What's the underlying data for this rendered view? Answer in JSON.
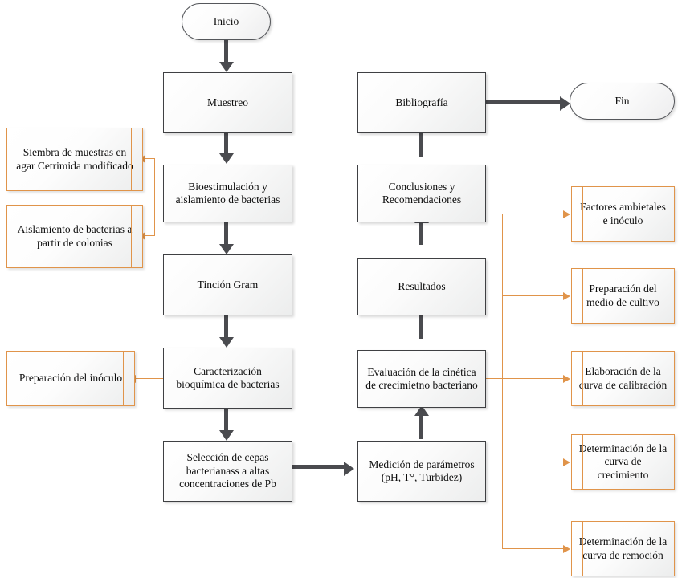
{
  "diagram": {
    "title": "Diagrama de flujo metodologico",
    "colors": {
      "process_border": "#3f4043",
      "process_fill": "#f4f5f5",
      "subprocess_border": "#e0944a",
      "arrow_dark": "#4a4b4f",
      "arrow_orange": "#e0944a",
      "background": "#ffffff"
    },
    "nodes": {
      "inicio": {
        "label": "Inicio",
        "shape": "terminator"
      },
      "fin": {
        "label": "Fin",
        "shape": "terminator"
      },
      "muestreo": {
        "label": "Muestreo",
        "shape": "process"
      },
      "bioestimulacion": {
        "label": "Bioestimulación y aislamiento de bacterias",
        "shape": "process"
      },
      "tincion": {
        "label": "Tinción Gram",
        "shape": "process"
      },
      "caracterizacion": {
        "label": "Caracterización bioquímica de  bacterias",
        "shape": "process"
      },
      "seleccion": {
        "label": "Selección de cepas bacterianass a altas concentraciones de Pb",
        "shape": "process"
      },
      "medicion": {
        "label": "Medición de parámetros (pH, T°, Turbidez)",
        "shape": "process"
      },
      "evaluacion": {
        "label": "Evaluación de la cinética de crecimietno bacteriano",
        "shape": "process"
      },
      "resultados": {
        "label": "Resultados",
        "shape": "process"
      },
      "conclusiones": {
        "label": "Conclusiones y Recomendaciones",
        "shape": "process"
      },
      "bibliografia": {
        "label": "Bibliografía",
        "shape": "process"
      },
      "siembra": {
        "label": "Siembra de muestras en agar Cetrimida modificado",
        "shape": "predefined-process"
      },
      "aislamiento": {
        "label": "Aislamiento de bacterias a partir de colonias",
        "shape": "predefined-process"
      },
      "prep_inoculo": {
        "label": "Preparación del inóculo",
        "shape": "predefined-process"
      },
      "factores": {
        "label": "Factores ambietales e inóculo",
        "shape": "predefined-process"
      },
      "prep_medio": {
        "label": "Preparación del medio de cultivo",
        "shape": "predefined-process"
      },
      "curva_calib": {
        "label": "Elaboración de la curva de calibración",
        "shape": "predefined-process"
      },
      "curva_crec": {
        "label": "Determinación de la curva de crecimiento",
        "shape": "predefined-process"
      },
      "curva_remo": {
        "label": "Determinación de la curva de remoción",
        "shape": "predefined-process"
      }
    },
    "edges": [
      {
        "from": "inicio",
        "to": "muestreo",
        "style": "dark"
      },
      {
        "from": "muestreo",
        "to": "bioestimulacion",
        "style": "dark"
      },
      {
        "from": "bioestimulacion",
        "to": "tincion",
        "style": "dark"
      },
      {
        "from": "tincion",
        "to": "caracterizacion",
        "style": "dark"
      },
      {
        "from": "caracterizacion",
        "to": "seleccion",
        "style": "dark"
      },
      {
        "from": "seleccion",
        "to": "medicion",
        "style": "dark"
      },
      {
        "from": "medicion",
        "to": "evaluacion",
        "style": "dark"
      },
      {
        "from": "evaluacion",
        "to": "resultados",
        "style": "dark"
      },
      {
        "from": "resultados",
        "to": "conclusiones",
        "style": "dark"
      },
      {
        "from": "conclusiones",
        "to": "bibliografia",
        "style": "dark"
      },
      {
        "from": "bibliografia",
        "to": "fin",
        "style": "dark"
      },
      {
        "from": "bioestimulacion",
        "to": "siembra",
        "style": "orange"
      },
      {
        "from": "bioestimulacion",
        "to": "aislamiento",
        "style": "orange"
      },
      {
        "from": "caracterizacion",
        "to": "prep_inoculo",
        "style": "orange"
      },
      {
        "from": "evaluacion",
        "to": "factores",
        "style": "orange"
      },
      {
        "from": "evaluacion",
        "to": "prep_medio",
        "style": "orange"
      },
      {
        "from": "evaluacion",
        "to": "curva_calib",
        "style": "orange"
      },
      {
        "from": "evaluacion",
        "to": "curva_crec",
        "style": "orange"
      },
      {
        "from": "evaluacion",
        "to": "curva_remo",
        "style": "orange"
      }
    ]
  }
}
